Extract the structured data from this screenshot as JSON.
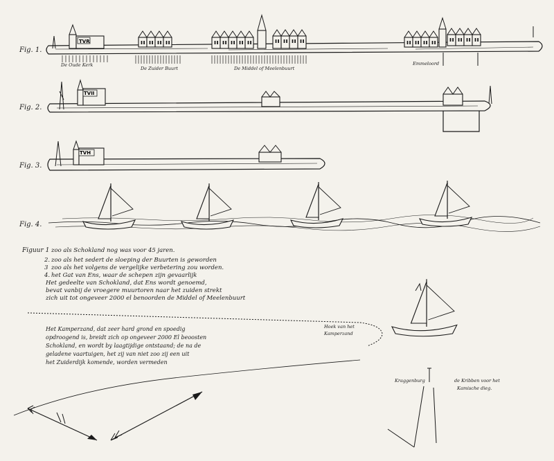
{
  "figures": [
    {
      "label": "Fig. 1.",
      "buildings": [
        {
          "name": "De Oude Kerk",
          "sign": "TVR"
        },
        {
          "name": "De Zuider Buurt"
        },
        {
          "name": "De Middel of Meelenbuurt"
        },
        {
          "name": "Emmeloord"
        }
      ]
    },
    {
      "label": "Fig. 2.",
      "sign": "TVII"
    },
    {
      "label": "Fig. 3.",
      "sign": "TVH"
    },
    {
      "label": "Fig. 4."
    }
  ],
  "legend": {
    "heading": "Figuur 1",
    "lines": [
      {
        "num": "2.",
        "text": "zoo als Schokland nog was voor 45 jaren."
      },
      {
        "num": "3",
        "text": "zoo als het sedert de sloeping der Buurten is geworden"
      },
      {
        "num": "4.",
        "text": "zoo als het volgens de vergelijke verbetering zou worden."
      },
      {
        "num": "",
        "text": "het Gat van Ens, waar de schepen zijn gevaarlijk"
      },
      {
        "num": "",
        "text": "Het gedeelte van Schokland, dat Ens wordt genoemd,"
      },
      {
        "num": "",
        "text": "bevat vanbij de vroegere muurtoren naar het zuiden strekt"
      },
      {
        "num": "",
        "text": "zich uit tot ongeveer 2000 el benoorden de Middel of Meelenbuurt"
      }
    ]
  },
  "note": {
    "lines": [
      "Het Kamperzand, dat zeer hard grond en spoedig",
      "opdroogend is, breidt zich op ongeveer 2000 El beoosten",
      "Schokland, en wordt by laagtijdige ontstaand; de na de",
      "geladene vaartuigen, het zij van niet zoo zij een uit",
      "het Zuiderdijk komende, worden vermeden"
    ]
  },
  "labels": {
    "hook": "Hoek van het",
    "hook2": "Kamperzand",
    "kraggenburg": "Kraggenburg",
    "kribben": "de Kribben voor het",
    "kribben2": "Kamische dieg."
  }
}
